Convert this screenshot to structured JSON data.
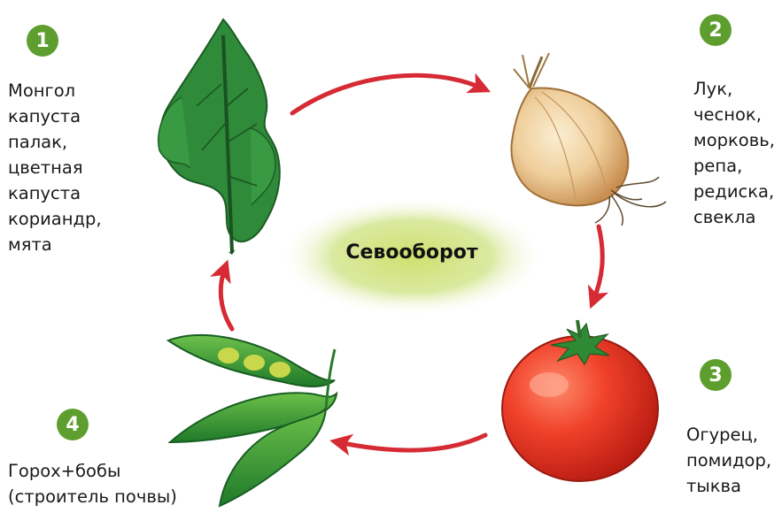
{
  "title": "Севооборот",
  "steps": [
    {
      "number": "1",
      "lines": [
        "Монгол",
        "капуста",
        "палак,",
        "цветная",
        "капуста",
        "кориандр,",
        "мята"
      ]
    },
    {
      "number": "2",
      "lines": [
        "Лук,",
        "чеснок,",
        "морковь,",
        "репа,",
        "редиска,",
        "свекла"
      ]
    },
    {
      "number": "3",
      "lines": [
        "Огурец,",
        "помидор,",
        "тыква"
      ]
    },
    {
      "number": "4",
      "lines": [
        "Горох+бобы",
        "(строитель почвы)"
      ]
    }
  ],
  "illustrations": [
    "spinach-leaf-icon",
    "onion-icon",
    "tomato-icon",
    "pea-pods-icon"
  ],
  "colors": {
    "badge": "#5e9e2f",
    "arrow": "#d62b34",
    "center_glow": "#d6e68a"
  }
}
